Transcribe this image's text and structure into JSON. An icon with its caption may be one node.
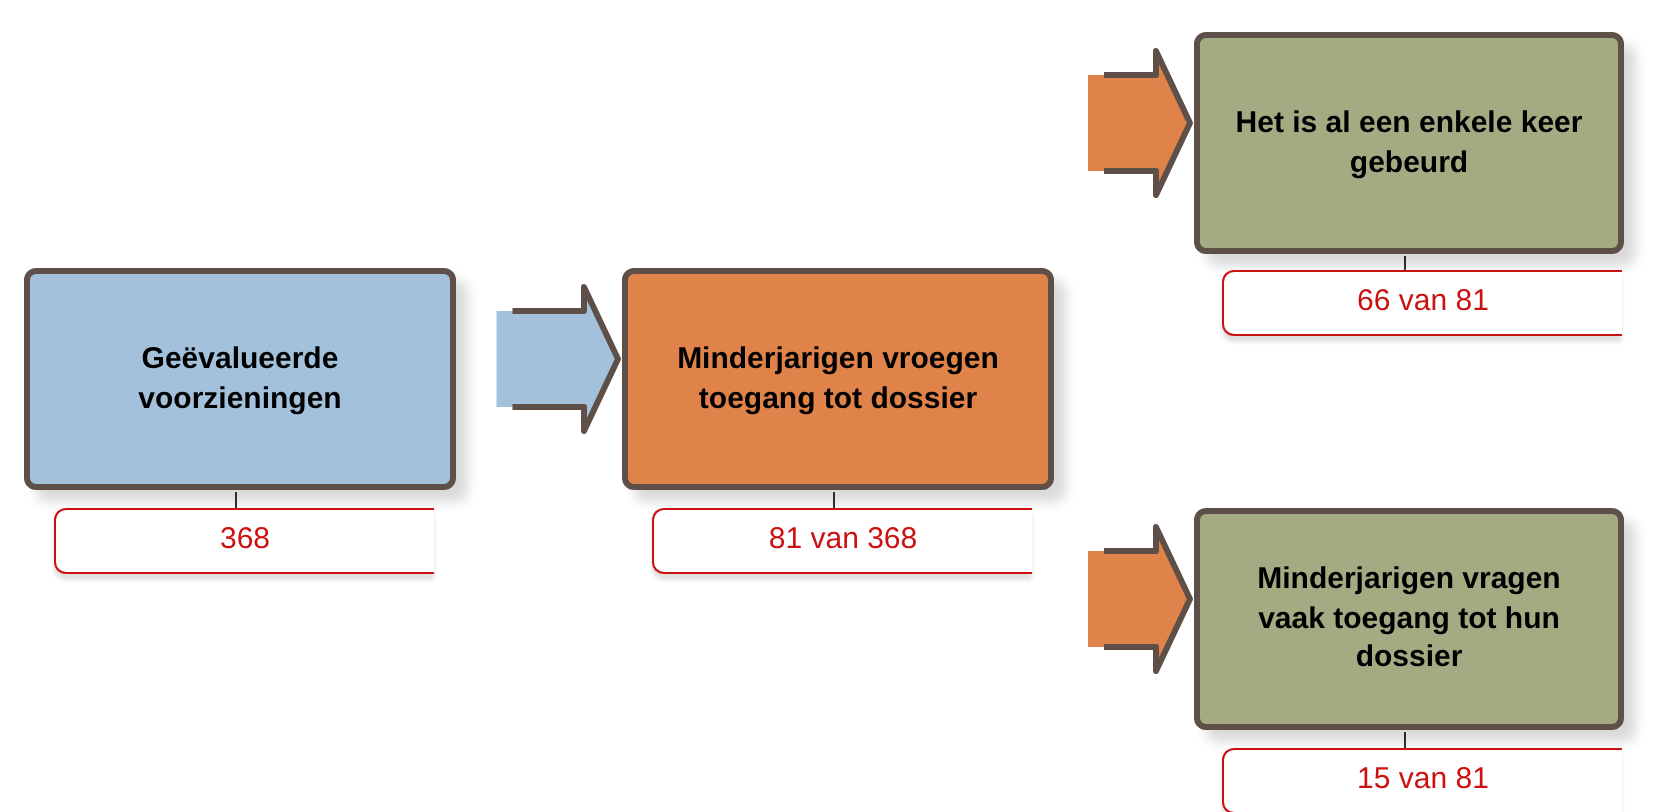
{
  "diagram": {
    "nodes": [
      {
        "text": [
          "Geëvalueerde voorzieningen"
        ],
        "beside": [
          "368"
        ]
      },
      {
        "text": [
          "Minderjarigen vroegen toegang tot dossier"
        ],
        "beside": [
          "81 van 368"
        ]
      },
      {
        "text": [
          "Het is al een enkele keer gebeurd"
        ],
        "beside": [
          "66 van 81"
        ]
      },
      {
        "text": [
          "Minderjarigen vragen vaak toegang tot hun dossier"
        ],
        "beside": [
          "15 van 81"
        ]
      }
    ],
    "edges": [
      {
        "from": 0,
        "to": 1,
        "arrow": "to"
      },
      {
        "from": 1,
        "to": 2,
        "arrow": "to"
      },
      {
        "from": 1,
        "to": 3,
        "arrow": "to"
      }
    ]
  }
}
